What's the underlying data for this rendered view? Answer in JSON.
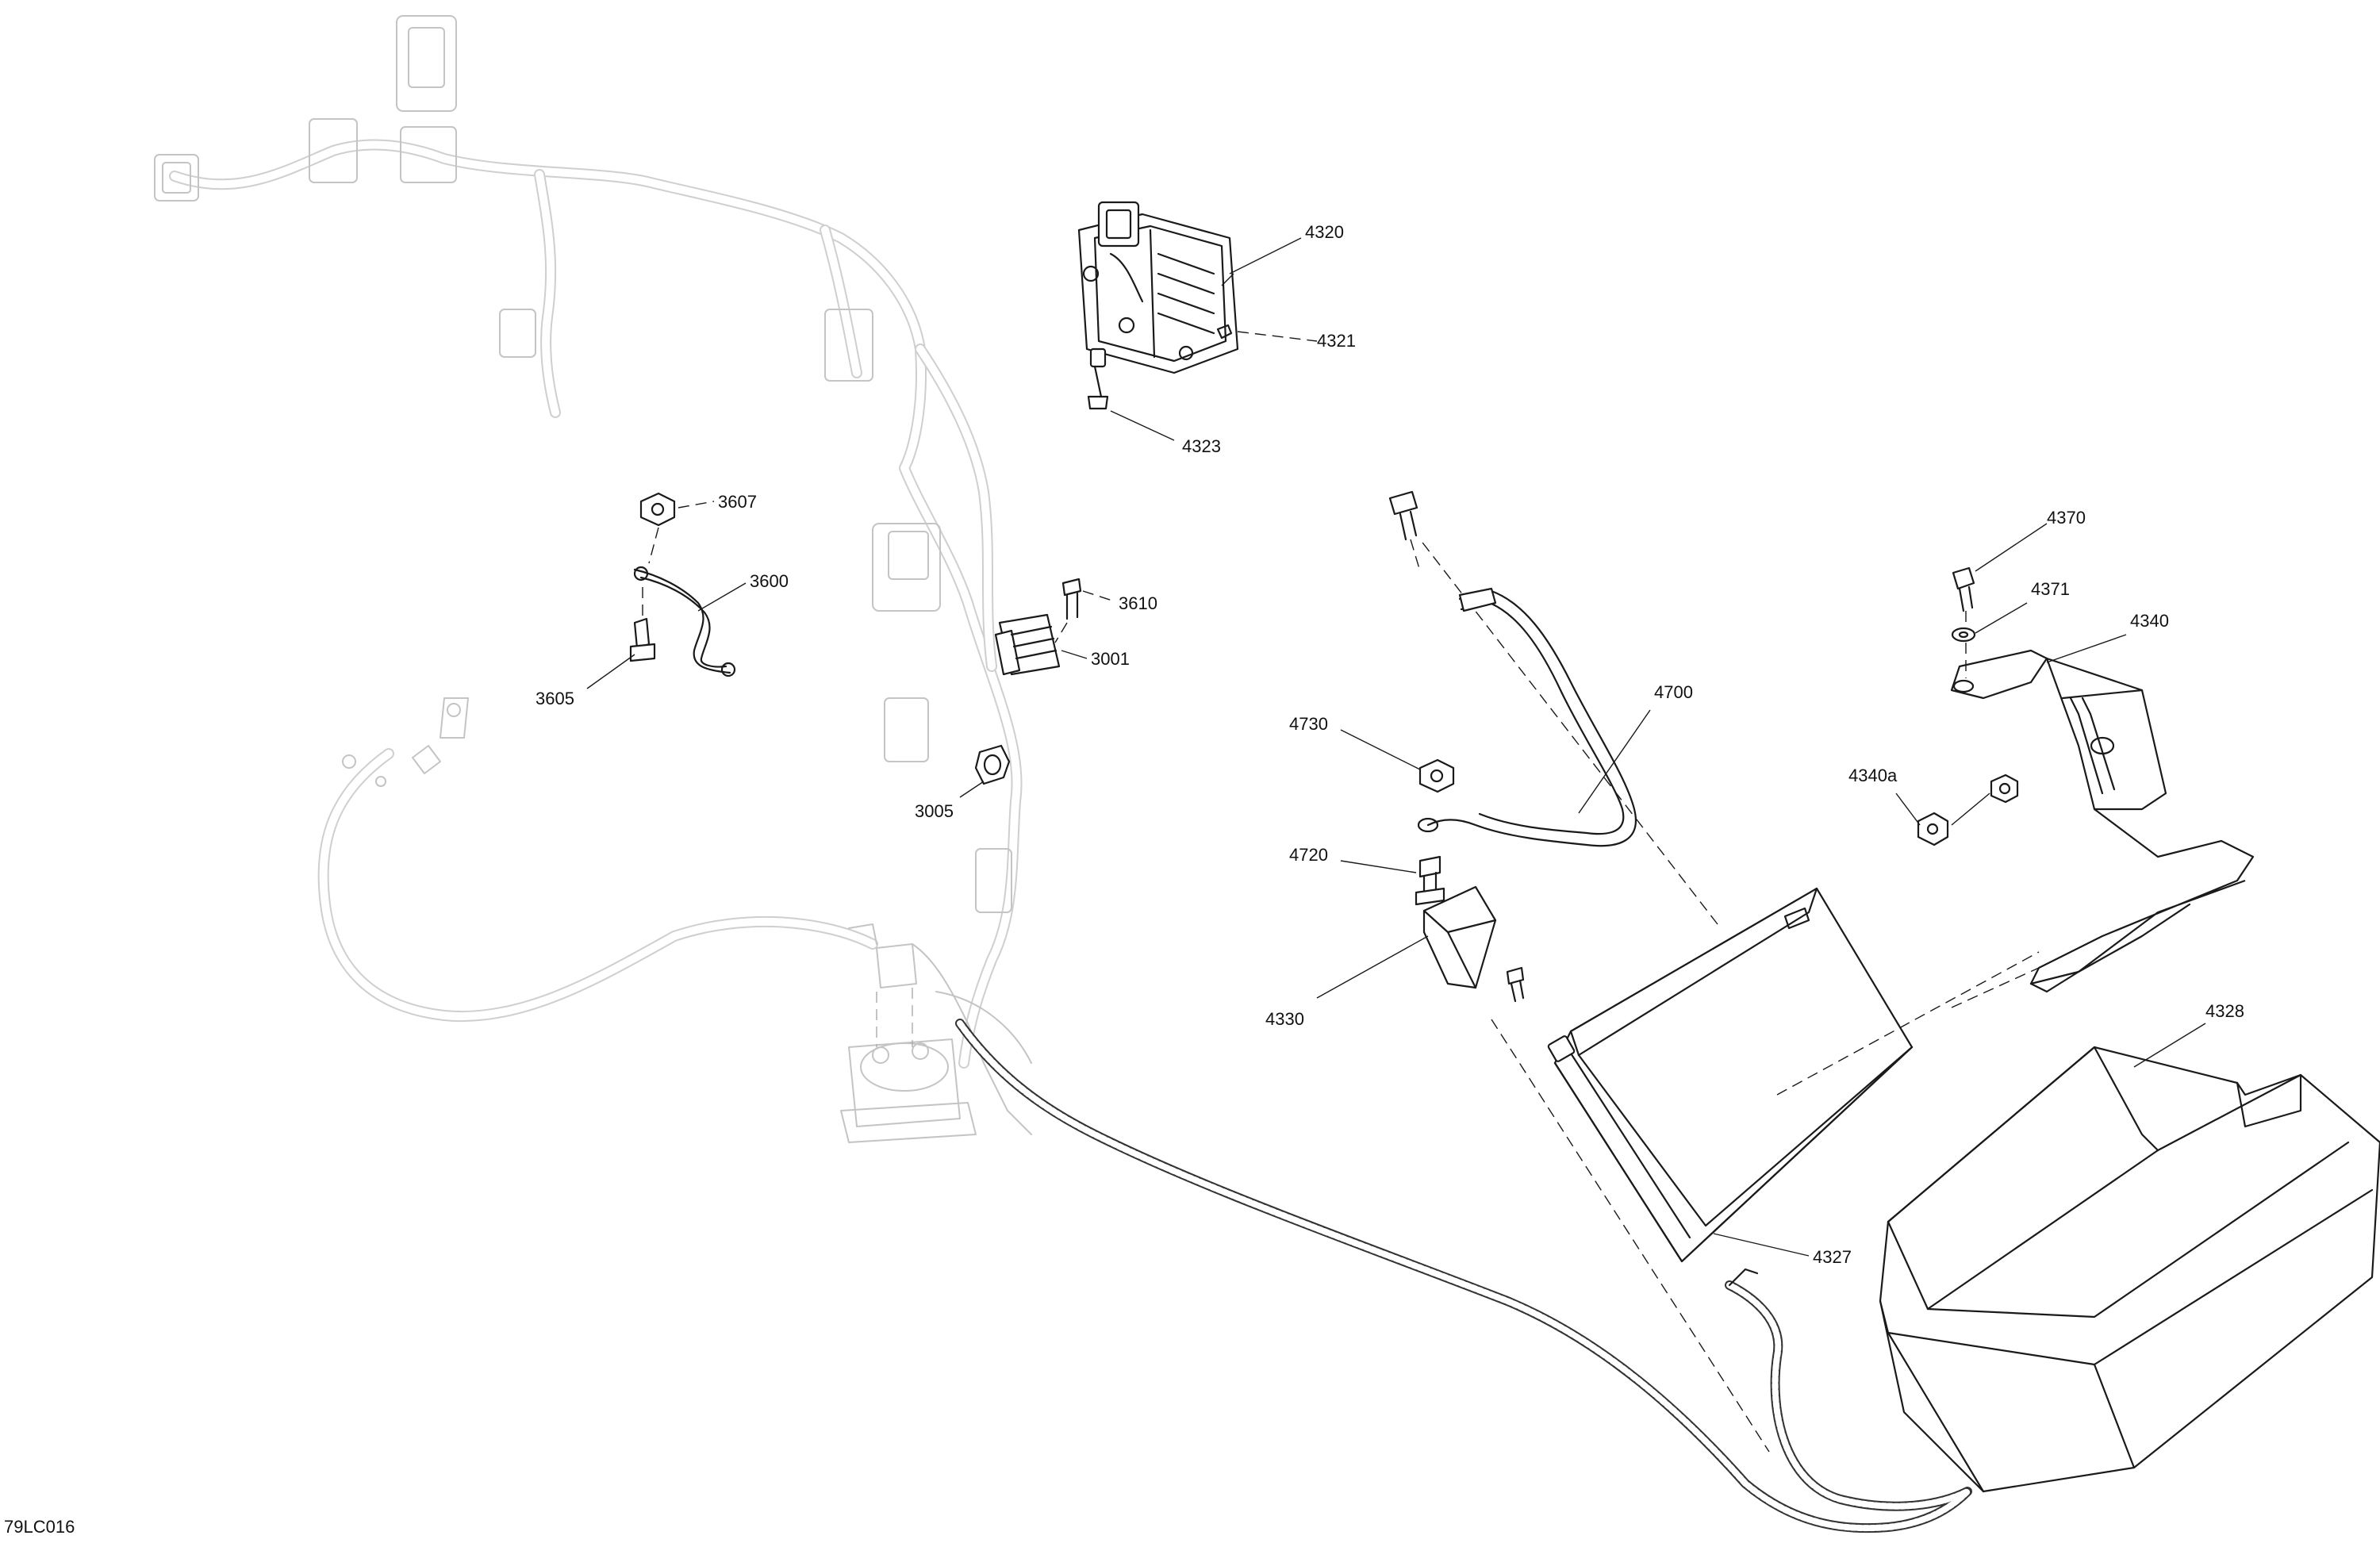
{
  "drawing_code": "79LC016",
  "callouts": [
    {
      "id": "c4320",
      "text": "4320"
    },
    {
      "id": "c4321",
      "text": "4321"
    },
    {
      "id": "c4323",
      "text": "4323"
    },
    {
      "id": "c3607",
      "text": "3607"
    },
    {
      "id": "c3600",
      "text": "3600"
    },
    {
      "id": "c3605",
      "text": "3605"
    },
    {
      "id": "c3610",
      "text": "3610"
    },
    {
      "id": "c3001",
      "text": "3001"
    },
    {
      "id": "c3005",
      "text": "3005"
    },
    {
      "id": "c4370",
      "text": "4370"
    },
    {
      "id": "c4371",
      "text": "4371"
    },
    {
      "id": "c4340",
      "text": "4340"
    },
    {
      "id": "c4340a",
      "text": "4340a"
    },
    {
      "id": "c4700",
      "text": "4700"
    },
    {
      "id": "c4730",
      "text": "4730"
    },
    {
      "id": "c4720",
      "text": "4720"
    },
    {
      "id": "c4330",
      "text": "4330"
    },
    {
      "id": "c4328",
      "text": "4328"
    },
    {
      "id": "c4327",
      "text": "4327"
    }
  ]
}
